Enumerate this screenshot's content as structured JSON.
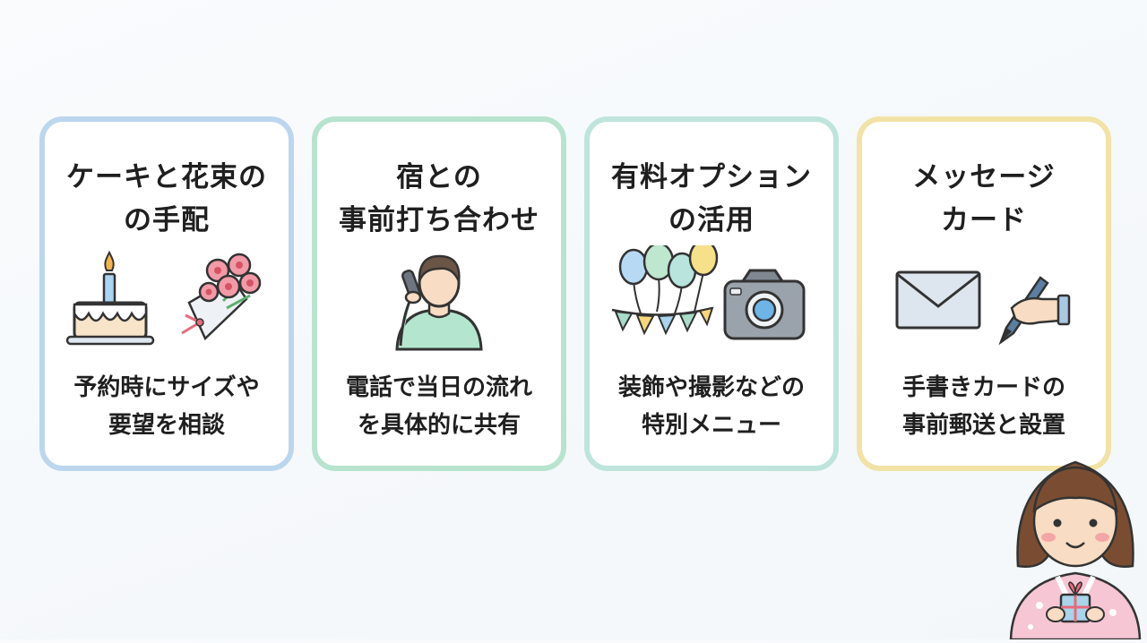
{
  "cards": [
    {
      "title_line1": "ケーキと花束の",
      "title_line2": "の手配",
      "desc_line1": "予約時にサイズや",
      "desc_line2": "要望を相談",
      "border_color": "#bcd6ee"
    },
    {
      "title_line1": "宿との",
      "title_line2": "事前打ち合わせ",
      "desc_line1": "電話で当日の流れ",
      "desc_line2": "を具体的に共有",
      "border_color": "#b7e3cf"
    },
    {
      "title_line1": "有料オプション",
      "title_line2": "の活用",
      "desc_line1": "装飾や撮影などの",
      "desc_line2": "特別メニュー",
      "border_color": "#bfe4dc"
    },
    {
      "title_line1": "メッセージ",
      "title_line2": "カード",
      "desc_line1": "手書きカードの",
      "desc_line2": "事前郵送と設置",
      "border_color": "#f1e2a6"
    }
  ],
  "icons": [
    "birthday-cake-icon",
    "flower-bouquet-icon",
    "phone-call-person-icon",
    "balloons-icon",
    "bunting-flags-icon",
    "camera-icon",
    "envelope-icon",
    "writing-hand-icon",
    "kimono-girl-mascot"
  ]
}
